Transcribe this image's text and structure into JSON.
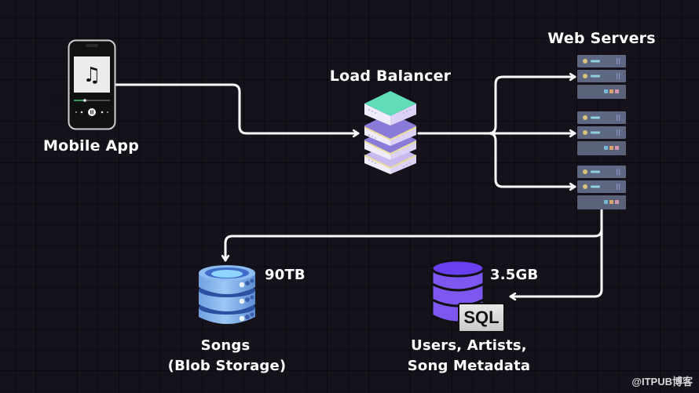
{
  "nodes": {
    "mobile_app": {
      "label": "Mobile App",
      "icon": "smartphone-music-player-icon"
    },
    "load_balancer": {
      "label": "Load Balancer",
      "icon": "server-stack-icon",
      "accent": "#5fdcb8"
    },
    "web_servers": {
      "label": "Web Servers",
      "icon": "server-rack-icon",
      "count": 3
    },
    "blob_storage": {
      "size": "90TB",
      "label_line1": "Songs",
      "label_line2": "(Blob Storage)",
      "icon": "database-icon",
      "color": "#7fb4ee"
    },
    "sql_db": {
      "size": "3.5GB",
      "badge": "SQL",
      "label_line1": "Users, Artists,",
      "label_line2": "Song Metadata",
      "icon": "sql-database-icon",
      "color": "#7d57f0"
    }
  },
  "edges": [
    {
      "from": "Mobile App",
      "to": "Load Balancer"
    },
    {
      "from": "Load Balancer",
      "to": "Web Server 1"
    },
    {
      "from": "Load Balancer",
      "to": "Web Server 2"
    },
    {
      "from": "Load Balancer",
      "to": "Web Server 3"
    },
    {
      "from": "Web Servers",
      "to": "Songs (Blob Storage)"
    },
    {
      "from": "Web Servers",
      "to": "Users, Artists, Song Metadata"
    }
  ],
  "watermark": "@ITPUB博客"
}
